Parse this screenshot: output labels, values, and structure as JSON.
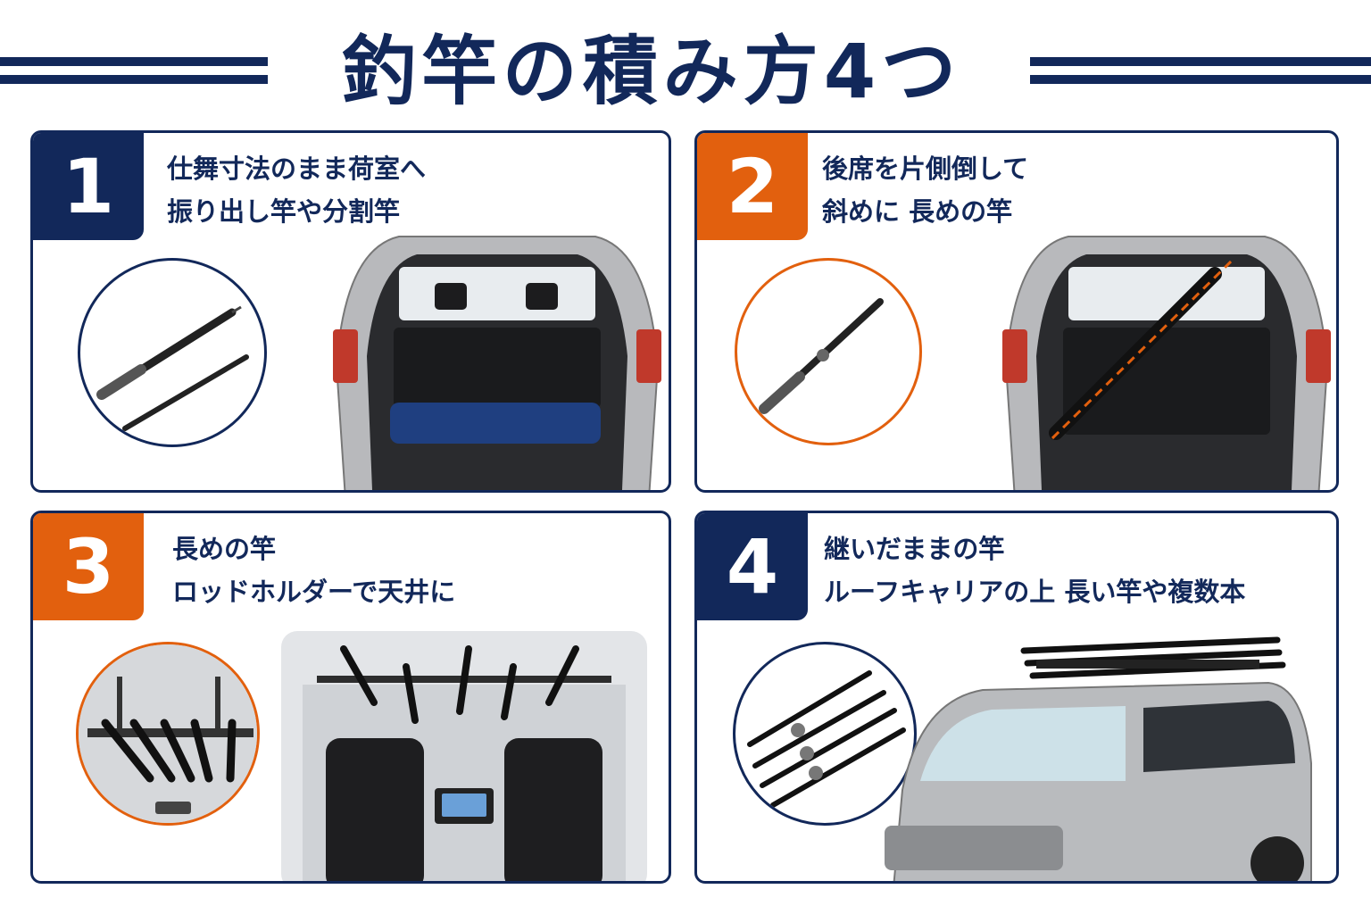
{
  "title": "釣竿の積み方4つ",
  "colors": {
    "navy": "#12285a",
    "orange": "#e2600e"
  },
  "cards": [
    {
      "number": "1",
      "line1": "仕舞寸法のまま荷室へ",
      "line2": "振り出し竿や分割竿",
      "badge_color": "navy",
      "illustration": "telescopic-rod-and-bag-in-trunk"
    },
    {
      "number": "2",
      "line1": "後席を片側倒して",
      "line2": "斜めに 長めの竿",
      "badge_color": "orange",
      "illustration": "rod-diagonal-in-trunk"
    },
    {
      "number": "3",
      "line1": "長めの竿",
      "line2": "ロッドホルダーで天井に",
      "badge_color": "orange",
      "illustration": "ceiling-rod-holder"
    },
    {
      "number": "4",
      "line1": "継いだままの竿",
      "line2": "ルーフキャリアの上 長い竿や複数本",
      "badge_color": "navy",
      "illustration": "roof-carrier"
    }
  ]
}
